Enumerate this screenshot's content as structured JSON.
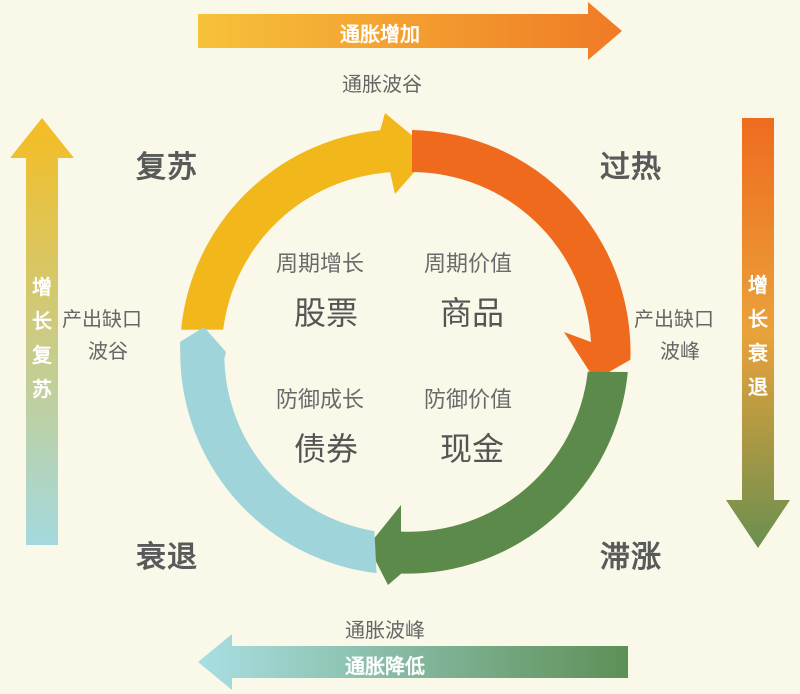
{
  "colors": {
    "recovery": "#f2b81b",
    "overheat": "#f06a1e",
    "stagflation": "#5c8a4a",
    "recession": "#9ed4da",
    "background": "#faf8e8"
  },
  "top_arrow": {
    "label": "通胀增加",
    "sub": "通胀波谷"
  },
  "bottom_arrow": {
    "label": "通胀降低",
    "sub": "通胀波峰"
  },
  "left_arrow": {
    "label": "增长复苏",
    "sub_line1": "产出缺口",
    "sub_line2": "波谷"
  },
  "right_arrow": {
    "label": "增长衰退",
    "sub_line1": "产出缺口",
    "sub_line2": "波峰"
  },
  "phases": {
    "recovery": "复苏",
    "overheat": "过热",
    "stagflation": "滞涨",
    "recession": "衰退"
  },
  "quadrants": {
    "top_left": {
      "subtitle": "周期增长",
      "asset": "股票"
    },
    "top_right": {
      "subtitle": "周期价值",
      "asset": "商品"
    },
    "bottom_left": {
      "subtitle": "防御成长",
      "asset": "债券"
    },
    "bottom_right": {
      "subtitle": "防御价值",
      "asset": "现金"
    }
  }
}
